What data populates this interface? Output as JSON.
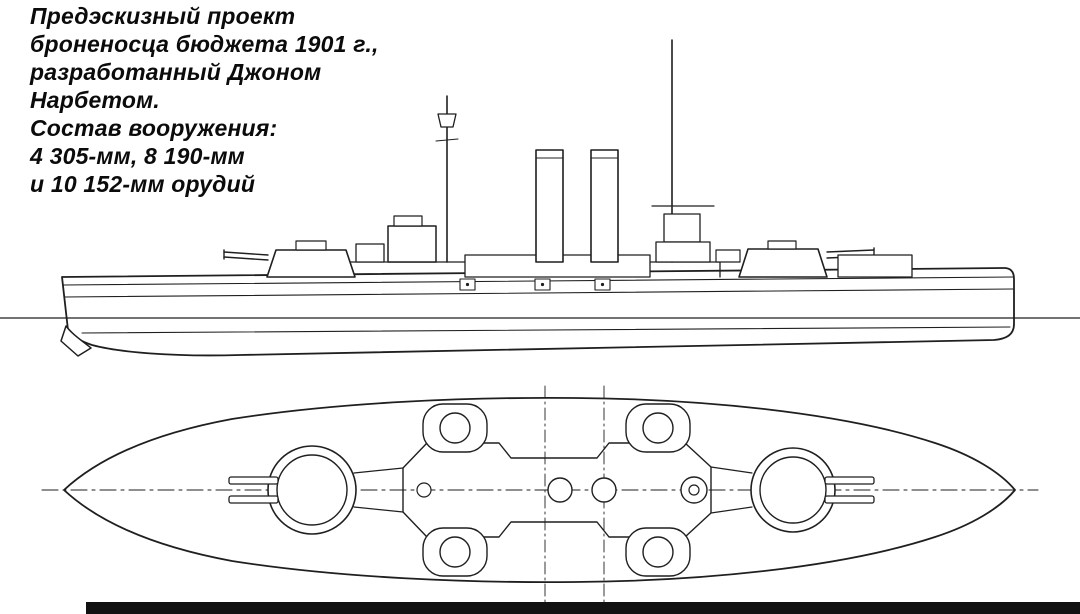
{
  "page": {
    "background_color": "#ffffff",
    "ink_color": "#1f1f1f",
    "scan_bar_color": "#111111"
  },
  "caption": {
    "lines": [
      "Предэскизный проект",
      "броненосца бюджета 1901 г.,",
      "разработанный Джоном",
      "Нарбетом.",
      "Состав вооружения:",
      "4 305-мм, 8 190-мм",
      "и 10 152-мм орудий"
    ]
  },
  "drawing": {
    "views": [
      {
        "name": "side-profile-view"
      },
      {
        "name": "top-plan-view"
      }
    ],
    "armament_shown": {
      "main_guns": "4 305-мм",
      "intermediate_guns": "8 190-мм",
      "secondary_guns": "10 152-мм"
    }
  }
}
